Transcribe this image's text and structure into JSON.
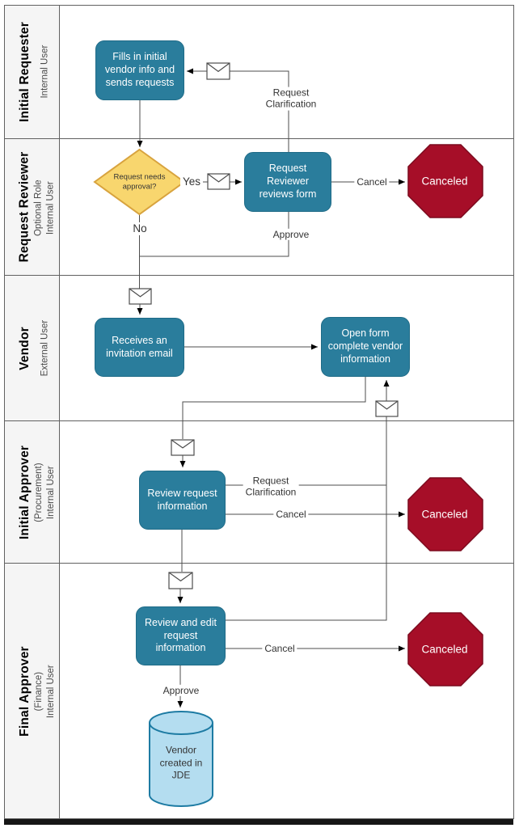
{
  "lanes": [
    {
      "title": "Initial Requester",
      "subtitle": "Internal User"
    },
    {
      "title": "Request Reviewer",
      "subtitle": "Optional Role\nInternal User"
    },
    {
      "title": "Vendor",
      "subtitle": "External User"
    },
    {
      "title": "Initial Approver",
      "subtitle": "(Procurement)\nInternal User"
    },
    {
      "title": "Final Approver",
      "subtitle": "(Finance)\nInternal User"
    }
  ],
  "nodes": {
    "fill_info": "Fills in initial\nvendor info and\nsends requests",
    "decision": "Request needs\napproval?",
    "reviewer_reviews": "Request\nReviewer\nreviews form",
    "canceled": "Canceled",
    "receives_email": "Receives an\ninvitation email",
    "open_form": "Open form\ncomplete vendor\ninformation",
    "review_request": "Review request\ninformation",
    "review_edit": "Review and edit\nrequest\ninformation",
    "vendor_created": "Vendor\ncreated in\nJDE"
  },
  "edge_labels": {
    "request_clarification": "Request\nClarification",
    "yes": "Yes",
    "no": "No",
    "approve": "Approve",
    "cancel": "Cancel"
  },
  "icons": {
    "message": "envelope"
  },
  "colors": {
    "task_fill": "#2a7d9c",
    "task_stroke": "#1f6b87",
    "end_fill": "#a60e28",
    "end_stroke": "#7c0a1e",
    "decision_fill": "#f8d66e",
    "decision_stroke": "#d8a33e",
    "db_fill": "#b4ddf0",
    "db_stroke": "#1d7ba3",
    "lane_bg": "#f5f5f5",
    "border": "#616161",
    "line": "#4d4d4d",
    "label": "#333333"
  }
}
